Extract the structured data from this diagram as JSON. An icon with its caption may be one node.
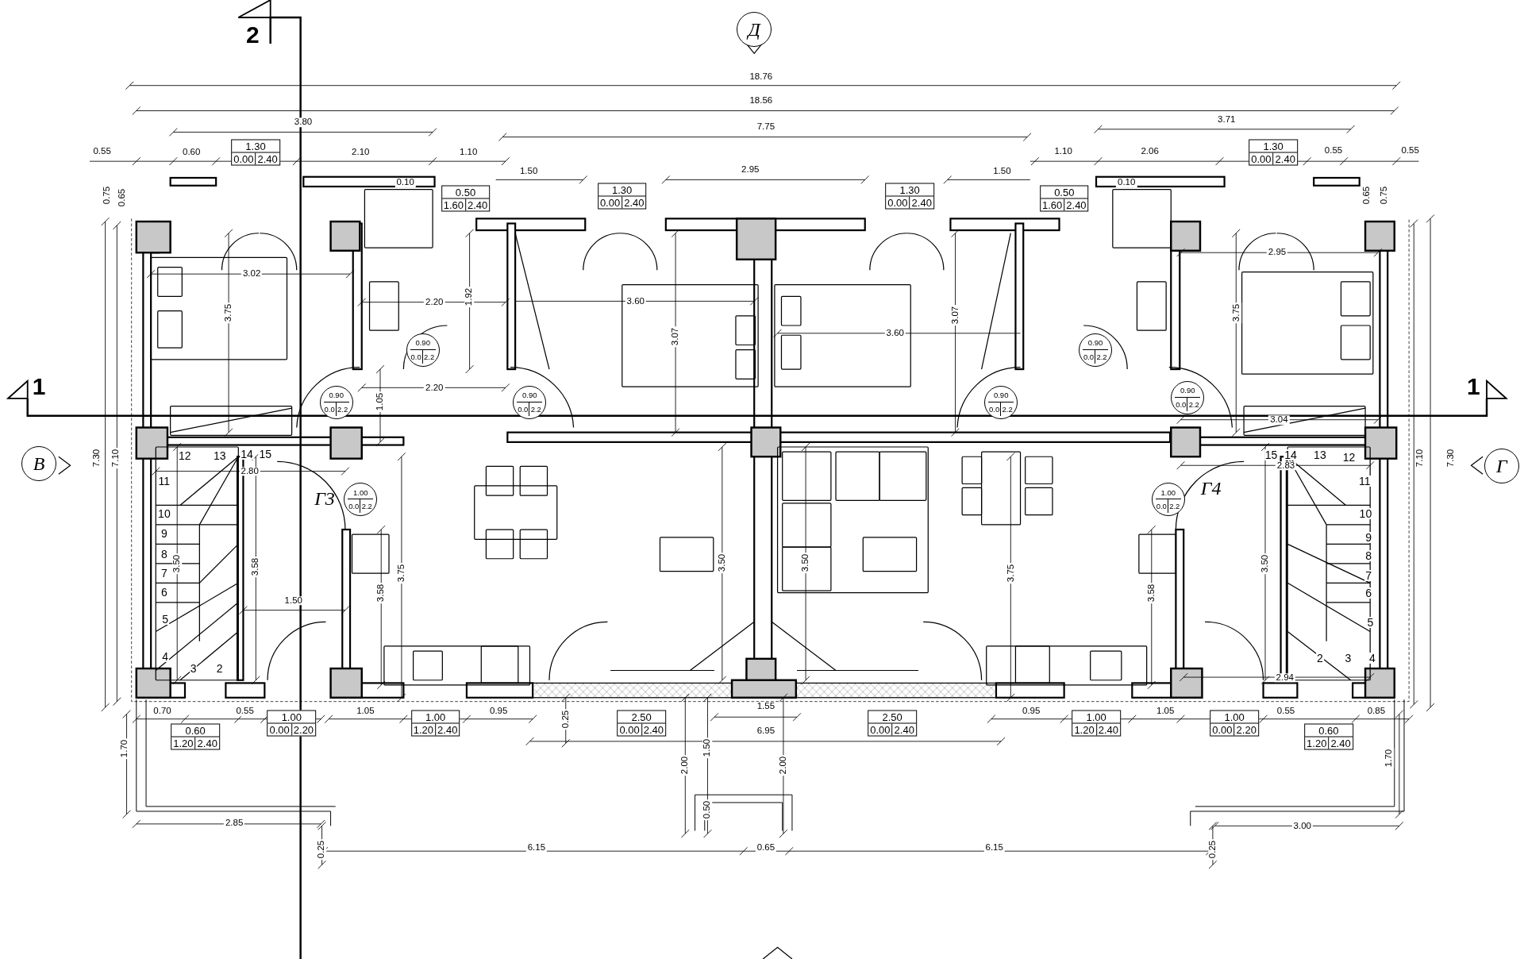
{
  "diagram": {
    "nodes": [
      {
        "text": [
          "Д"
        ]
      },
      {
        "text": [
          "1.30",
          "0.00",
          "2.40"
        ]
      },
      {
        "text": [
          "1.30",
          "0.00",
          "2.40"
        ]
      },
      {
        "text": [
          "0.50",
          "1.60",
          "2.40"
        ]
      },
      {
        "text": [
          "1.30",
          "0.00",
          "2.40"
        ]
      },
      {
        "text": [
          "1.30",
          "0.00",
          "2.40"
        ]
      },
      {
        "text": [
          "0.50",
          "1.60",
          "2.40"
        ]
      },
      {
        "text": [
          "0.90",
          "0.0",
          "2.2"
        ]
      },
      {
        "text": [
          "0.90",
          "0.0",
          "2.2"
        ]
      },
      {
        "text": [
          "0.90",
          "0.0",
          "2.2"
        ]
      },
      {
        "text": [
          "0.90",
          "0.0",
          "2.2"
        ]
      },
      {
        "text": [
          "0.90",
          "0.0",
          "2.2"
        ]
      },
      {
        "text": [
          "0.90",
          "0.0",
          "2.2"
        ]
      },
      {
        "text": [
          "В"
        ]
      },
      {
        "text": [
          "Г"
        ]
      },
      {
        "text": [
          "1.00",
          "0.0",
          "2.2"
        ]
      },
      {
        "text": [
          "1.00",
          "0.0",
          "2.2"
        ]
      },
      {
        "text": [
          "1.00",
          "0.00",
          "2.20"
        ]
      },
      {
        "text": [
          "1.00",
          "1.20",
          "2.40"
        ]
      },
      {
        "text": [
          "2.50",
          "0.00",
          "2.40"
        ]
      },
      {
        "text": [
          "2.50",
          "0.00",
          "2.40"
        ]
      },
      {
        "text": [
          "1.00",
          "1.20",
          "2.40"
        ]
      },
      {
        "text": [
          "1.00",
          "0.00",
          "2.20"
        ]
      },
      {
        "text": [
          "0.60",
          "1.20",
          "2.40"
        ]
      },
      {
        "text": [
          "0.60",
          "1.20",
          "2.40"
        ]
      }
    ],
    "labels": [
      "2",
      "18.76",
      "18.56",
      "3.80",
      "3.71",
      "7.75",
      "0.55",
      "0.60",
      "2.10",
      "1.10",
      "1.10",
      "2.06",
      "0.55",
      "0.55",
      "1.50",
      "2.95",
      "1.50",
      "0.10",
      "0.10",
      "0.75",
      "0.65",
      "0.65",
      "0.75",
      "2.95",
      "3.02",
      "1.92",
      "2.20",
      "3.60",
      "3.75",
      "3.07",
      "3.75",
      "3.60",
      "3.07",
      "1",
      "2.20",
      "1",
      "1.05",
      "3.04",
      "7.30",
      "7.10",
      "7.10",
      "7.30",
      "12",
      "13",
      "14",
      "15",
      "15",
      "14",
      "13",
      "12",
      "2.83",
      "2.80",
      "11",
      "11",
      "Г4",
      "Г3",
      "10",
      "10",
      "9",
      "9",
      "8",
      "8",
      "3.50",
      "3.58",
      "3.50",
      "3.50",
      "3.50",
      "3.75",
      "3.75",
      "7",
      "7",
      "6",
      "6",
      "3.58",
      "3.58",
      "1.50",
      "5",
      "5",
      "4",
      "4",
      "3",
      "2",
      "2",
      "3",
      "2.94",
      "1.55",
      "0.70",
      "0.55",
      "1.05",
      "0.95",
      "0.95",
      "1.05",
      "0.55",
      "0.85",
      "0.25",
      "6.95",
      "1.70",
      "1.50",
      "1.70",
      "2.00",
      "2.00",
      "0.50",
      "2.85",
      "3.00",
      "6.15",
      "0.65",
      "6.15",
      "0.25",
      "0.25"
    ]
  }
}
